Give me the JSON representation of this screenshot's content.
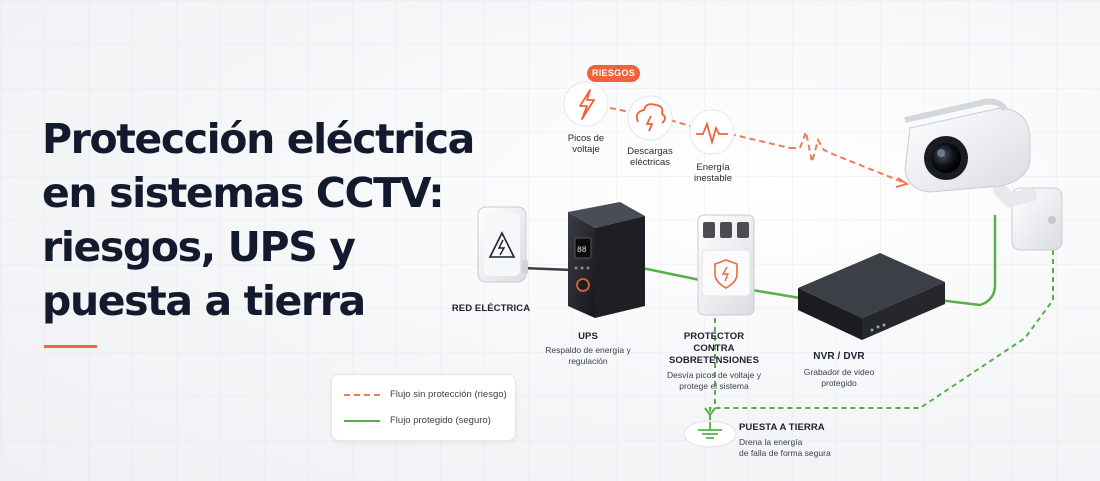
{
  "title": "Protección eléctrica en sistemas CCTV: riesgos, UPS y puesta a tierra",
  "risks": {
    "badge": "RIESGOS",
    "items": [
      {
        "label": "Picos de voltaje",
        "icon": "lightning-bolt-icon"
      },
      {
        "label": "Descargas eléctricas",
        "icon": "storm-cloud-icon"
      },
      {
        "label": "Energía inestable",
        "icon": "pulse-wave-icon"
      }
    ]
  },
  "components": {
    "grid": {
      "name": "RED ELÉCTRICA"
    },
    "ups": {
      "name": "UPS",
      "desc": "Respaldo de energía y regulación"
    },
    "protector": {
      "name_line1": "PROTECTOR",
      "name_line2": "CONTRA SOBRETENSIONES",
      "desc": "Desvía picos de voltaje y protege el sistema"
    },
    "nvr": {
      "name": "NVR / DVR",
      "desc": "Grabador de video protegido"
    },
    "ground": {
      "name": "PUESTA A TIERRA",
      "desc_line1": "Drena la energía",
      "desc_line2": "de falla de forma segura"
    },
    "camera": {
      "icon": "security-camera-icon"
    }
  },
  "legend": {
    "unprotected": "Flujo sin protección (riesgo)",
    "protected": "Flujo protegido (seguro)"
  },
  "colors": {
    "risk": "#f2623a",
    "safe": "#56b04a",
    "title": "#141a2e",
    "accent_rule": "#ee6a3a"
  }
}
